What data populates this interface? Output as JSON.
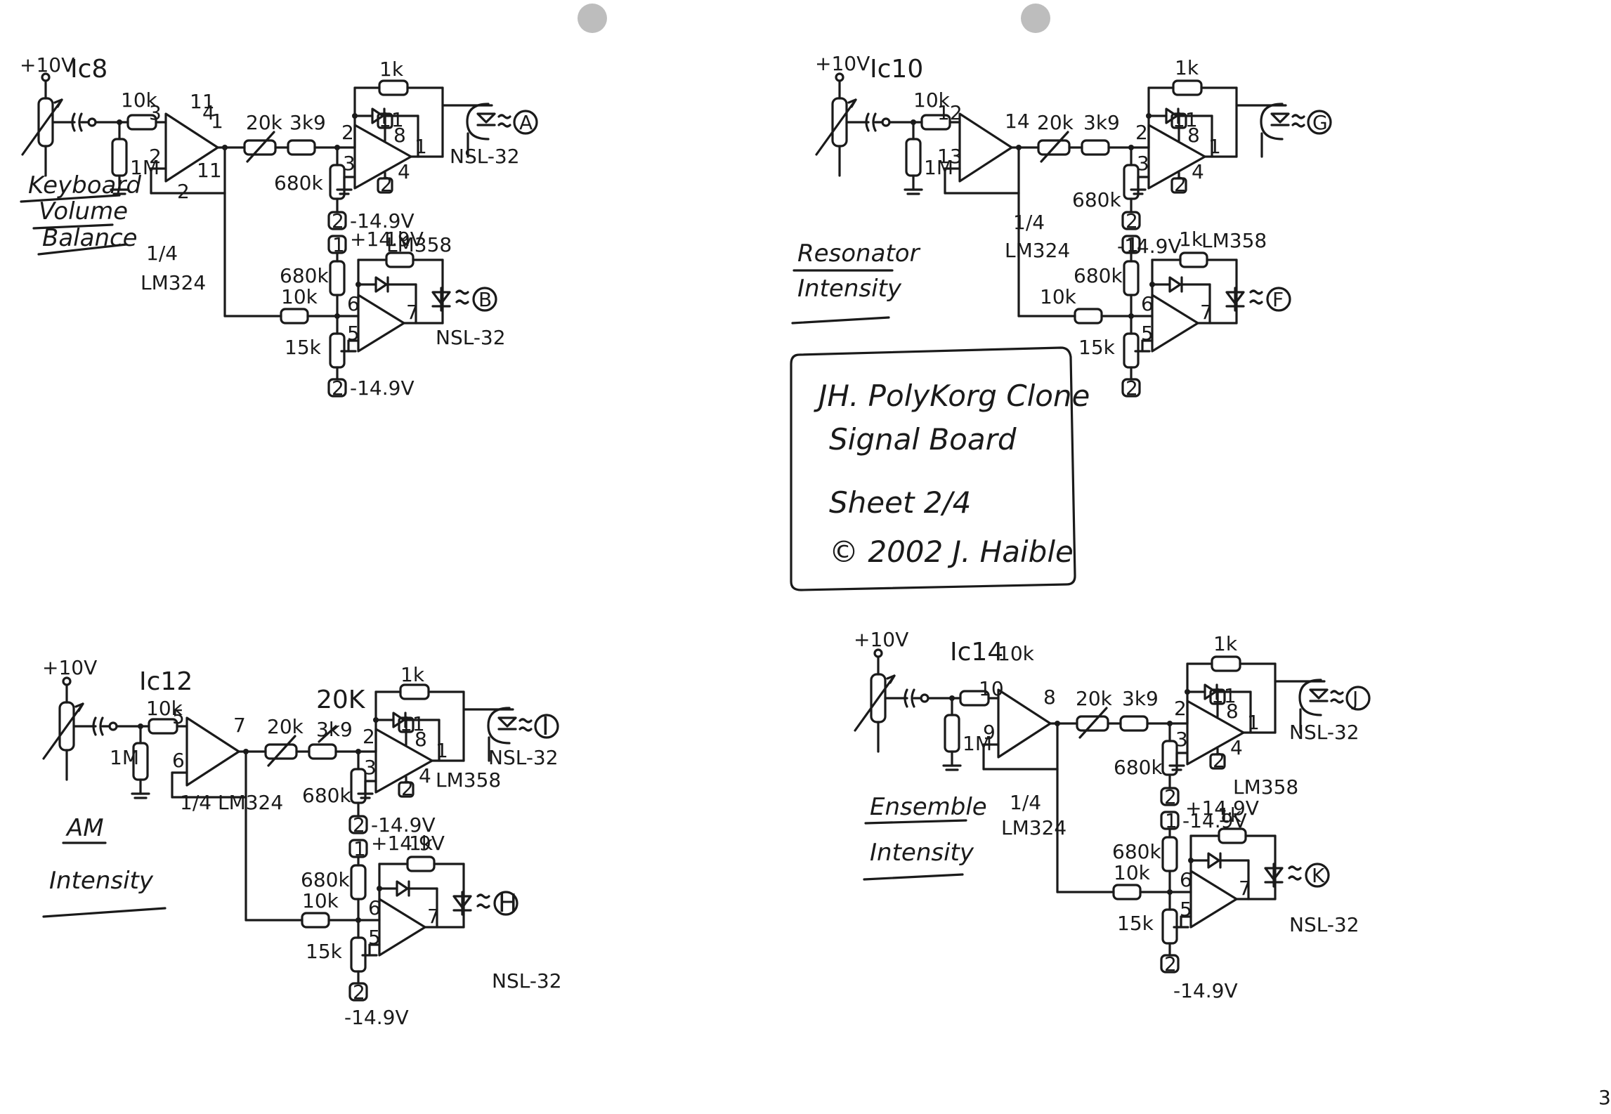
{
  "title_block": {
    "line1": "JH. PolyKorg Clone",
    "line2": "Signal Board",
    "line3": "Sheet 2/4",
    "line4": "© 2002 J. Haible"
  },
  "page_number": "3",
  "circuits": [
    {
      "section": [
        "Keyboard",
        "Volume",
        "Balance"
      ],
      "supply_in": "+10V",
      "ic": "Ic8",
      "r_in": "10k",
      "r_gnd": "1M",
      "u1_plus": "3",
      "u1_minus": "2",
      "u1_out": "1",
      "u1_pwr_top": "11",
      "u1_pwr_top2": "4",
      "u1_pwr_bot": "2",
      "u1_pwr_bot2": "11",
      "u1_type": "1/4",
      "u1_type2": "LM324",
      "r_trim": "20k",
      "r_ser": "3k9",
      "r_div": "680k",
      "r_fb_a": "1k",
      "u2_minus": "2",
      "u2_plus": "3",
      "u2_out": "1",
      "u2_p8": "8",
      "u2_p4": "4",
      "u2_pwr_top": "11",
      "u2_pwr_bot": "2",
      "neg_a": "-14.9V",
      "neg_a_conn": "2",
      "out_a": "A",
      "nsl_a": "NSL-32",
      "lm358": "LM358",
      "pos_b_conn": "1",
      "pos_b": "+14.9V",
      "r_pull": "680k",
      "r_fb_b": "1k",
      "r_in_b": "10k",
      "r_low": "15k",
      "neg_b_conn": "2",
      "neg_b": "-14.9V",
      "u3_minus": "6",
      "u3_plus": "5",
      "u3_out": "7",
      "out_b": "B",
      "nsl_b": "NSL-32"
    },
    {
      "section": [
        "Resonator",
        "Intensity"
      ],
      "supply_in": "+10V",
      "ic": "Ic10",
      "r_in": "10k",
      "r_gnd": "1M",
      "u1_plus": "12",
      "u1_minus": "13",
      "u1_out": "14",
      "u1_type": "1/4",
      "u1_type2": "LM324",
      "r_trim": "20k",
      "r_ser": "3k9",
      "r_div": "680k",
      "r_fb_a": "1k",
      "u2_minus": "2",
      "u2_plus": "3",
      "u2_out": "1",
      "u2_p8": "8",
      "u2_p4": "4",
      "u2_pwr_top": "11",
      "u2_pwr_bot": "2",
      "neg_a": "-14.9V",
      "neg_a_conn": "2",
      "out_a": "G",
      "lm358": "LM358",
      "pos_b_conn": "1",
      "r_pull": "680k",
      "r_fb_b": "1k",
      "r_in_b": "10k",
      "r_low": "15k",
      "neg_b_conn": "2",
      "u3_minus": "6",
      "u3_plus": "5",
      "u3_out": "7",
      "out_b": "F"
    },
    {
      "section": [
        "AM",
        "Intensity"
      ],
      "supply_in": "+10V",
      "ic": "Ic12",
      "r_in": "10k",
      "r_gnd": "1M",
      "u1_plus": "5",
      "u1_minus": "6",
      "u1_out": "7",
      "u1_type": "1/4 LM324",
      "r_trim": "20k",
      "r_ser": "3k9",
      "r_ser_alt": "20K",
      "r_div": "680k",
      "r_fb_a": "1k",
      "u2_minus": "2",
      "u2_plus": "3",
      "u2_out": "1",
      "u2_p8": "8",
      "u2_p4": "4",
      "u2_pwr_top": "11",
      "u2_pwr_bot": "2",
      "neg_a": "-14.9V",
      "neg_a_conn": "2",
      "out_a": "I",
      "nsl_a": "NSL-32",
      "lm358": "LM358",
      "pos_b_conn": "1",
      "pos_b": "+14.9V",
      "r_pull": "680k",
      "r_fb_b": "1k",
      "r_in_b": "10k",
      "r_low": "15k",
      "neg_b_conn": "2",
      "neg_b": "-14.9V",
      "u3_minus": "6",
      "u3_plus": "5",
      "u3_out": "7",
      "out_b": "H",
      "nsl_b": "NSL-32"
    },
    {
      "section": [
        "Ensemble",
        "Intensity"
      ],
      "supply_in": "+10V",
      "ic": "Ic14",
      "r_in": "10k",
      "r_gnd": "1M",
      "u1_plus": "10",
      "u1_minus": "9",
      "u1_out": "8",
      "u1_type": "1/4",
      "u1_type2": "LM324",
      "r_trim": "20k",
      "r_ser": "3k9",
      "r_div": "680k",
      "r_fb_a": "1k",
      "u2_minus": "2",
      "u2_plus": "3",
      "u2_out": "1",
      "u2_p8": "8",
      "u2_p4": "4",
      "u2_pwr_top": "11",
      "u2_pwr_bot": "2",
      "neg_a": "-14.9V",
      "neg_a_conn": "2",
      "out_a": "J",
      "nsl_a": "NSL-32",
      "lm358": "LM358",
      "pos_b_conn": "1",
      "pos_b": "+14.9V",
      "r_pull": "680k",
      "r_fb_b": "1k",
      "r_in_b": "10k",
      "r_low": "15k",
      "neg_b_conn": "2",
      "neg_b": "-14.9V",
      "u3_minus": "6",
      "u3_plus": "5",
      "u3_out": "7",
      "out_b": "K",
      "nsl_b": "NSL-32"
    }
  ]
}
